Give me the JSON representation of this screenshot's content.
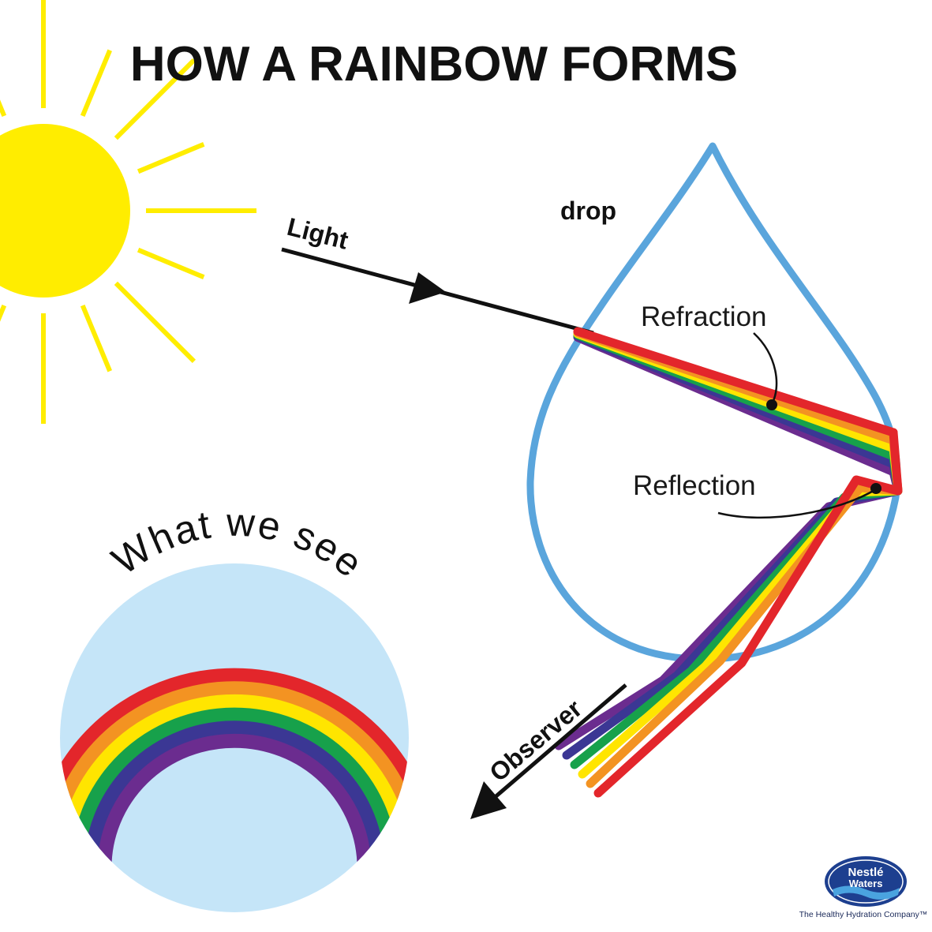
{
  "title": "HOW A RAINBOW FORMS",
  "labels": {
    "drop": "drop",
    "light": "Light",
    "refraction": "Refraction",
    "reflection": "Reflection",
    "observer": "Observer",
    "what_we_see": "What we see"
  },
  "logo": {
    "line1": "Nestlé",
    "line2": "Waters",
    "tagline": "The Healthy Hydration Company™"
  },
  "colors": {
    "sun": "#ffed00",
    "drop_outline": "#5aa5dc",
    "sky_circle": "#c5e5f8",
    "spectrum": [
      "#e3262b",
      "#f39322",
      "#ffe500",
      "#17a14b",
      "#3b3794",
      "#6b2c8f"
    ],
    "logo_blue": "#1d3f8f"
  },
  "icons": {
    "sun": "sun-icon",
    "light_arrow": "arrow-right-icon",
    "observer_arrow": "arrow-down-left-icon",
    "logo": "nestle-waters-logo-icon"
  }
}
